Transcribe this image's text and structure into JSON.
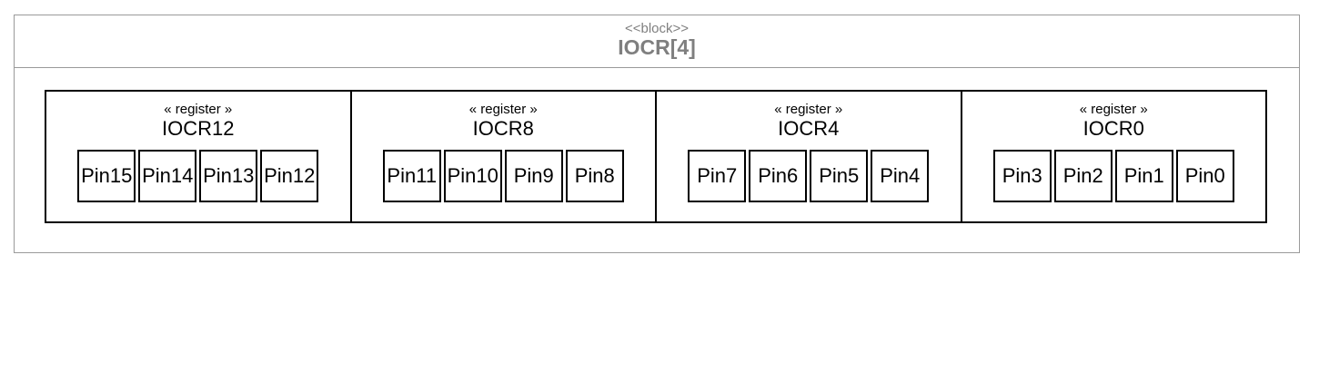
{
  "block": {
    "stereotype": "<<block>>",
    "name": "IOCR[4]"
  },
  "registers": [
    {
      "stereotype": "« register »",
      "name": "IOCR12",
      "pins": [
        "Pin15",
        "Pin14",
        "Pin13",
        "Pin12"
      ]
    },
    {
      "stereotype": "« register »",
      "name": "IOCR8",
      "pins": [
        "Pin11",
        "Pin10",
        "Pin9",
        "Pin8"
      ]
    },
    {
      "stereotype": "« register »",
      "name": "IOCR4",
      "pins": [
        "Pin7",
        "Pin6",
        "Pin5",
        "Pin4"
      ]
    },
    {
      "stereotype": "« register »",
      "name": "IOCR0",
      "pins": [
        "Pin3",
        "Pin2",
        "Pin1",
        "Pin0"
      ]
    }
  ],
  "colors": {
    "frame_border": "#9a9a9a",
    "header_text": "#7f7f7f",
    "register_border": "#000000"
  }
}
